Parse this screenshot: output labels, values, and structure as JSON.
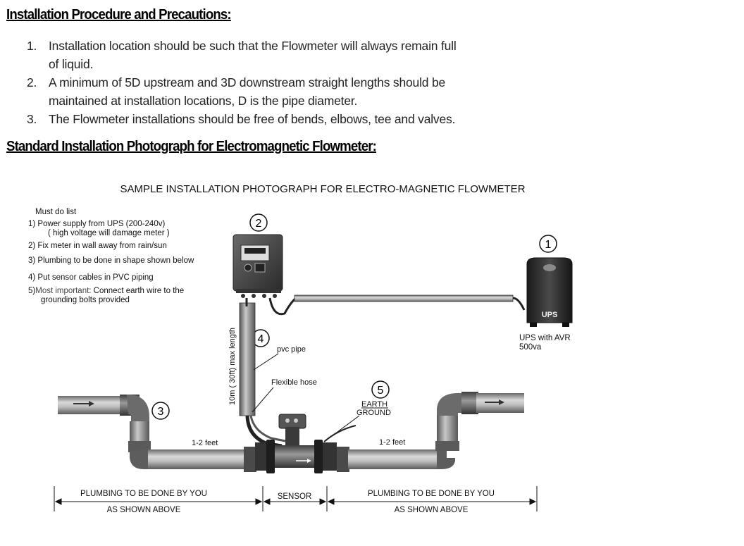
{
  "headings": {
    "installation": "Installation Procedure and Precautions:",
    "photograph": "Standard Installation Photograph for Electromagnetic Flowmeter:"
  },
  "steps": [
    {
      "num": "1.",
      "line1": "Installation location should be such that the Flowmeter will always remain full",
      "line2": "of liquid."
    },
    {
      "num": "2.",
      "line1": "A minimum of 5D upstream and 3D downstream straight lengths should be",
      "line2": "maintained at installation locations, D is the pipe diameter."
    },
    {
      "num": "3.",
      "line1": "The Flowmeter installations should be free of bends, elbows, tee and valves.",
      "line2": ""
    }
  ],
  "diagram": {
    "title": "SAMPLE INSTALLATION PHOTOGRAPH FOR ELECTRO-MAGNETIC FLOWMETER",
    "must_do_title": "Must do list",
    "must_do": [
      {
        "line1": "1) Power supply from UPS (200-240v)",
        "line2": "( high voltage will damage meter )"
      },
      {
        "line1": "2) Fix meter in wall away from rain/sun",
        "line2": ""
      },
      {
        "line1": "3) Plumbing to be done in shape shown below",
        "line2": ""
      },
      {
        "line1": "4) Put sensor cables in PVC piping",
        "line2": ""
      },
      {
        "line1_prefix": "5)",
        "line1_emph": "Most important",
        "line1": ": Connect earth wire to the",
        "line2": "grounding bolts provided"
      }
    ],
    "callouts": [
      "1",
      "2",
      "3",
      "4",
      "5"
    ],
    "ups_label": "UPS",
    "ups_caption_line1": "UPS with AVR",
    "ups_caption_line2": "500va",
    "vertical_label": "10m ( 30ft) max length",
    "pvc_pipe": "pvc pipe",
    "flexible_hose": "Flexible hose",
    "earth_ground_1": "EARTH",
    "earth_ground_2": "GROUND",
    "left_length": "1-2 feet",
    "right_length": "1-2 feet",
    "left_plumbing_line1": "PLUMBING TO BE  DONE BY YOU",
    "left_plumbing_line2": "AS SHOWN ABOVE",
    "sensor": "SENSOR",
    "right_plumbing_line1": "PLUMBING TO BE  DONE BY YOU",
    "right_plumbing_line2": "AS SHOWN ABOVE"
  }
}
